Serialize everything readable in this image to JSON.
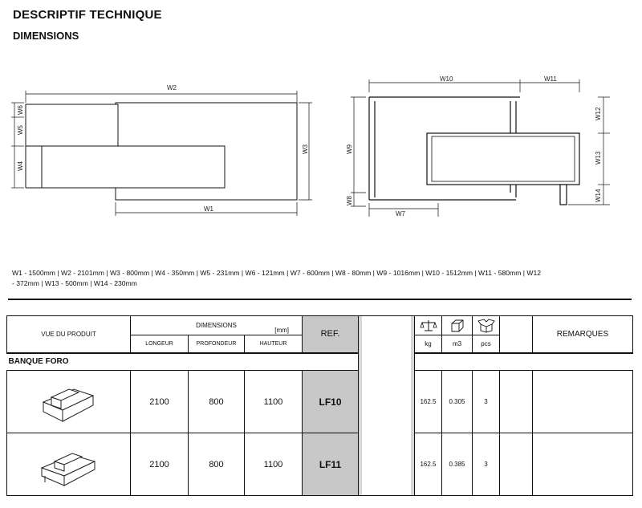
{
  "header": {
    "title": "DESCRIPTIF TECHNIQUE",
    "subtitle": "DIMENSIONS"
  },
  "drawing": {
    "left_labels": {
      "w1": "W1",
      "w2": "W2",
      "w3": "W3",
      "w4": "W4",
      "w5": "W5",
      "w6": "W6"
    },
    "right_labels": {
      "w7": "W7",
      "w8": "W8",
      "w9": "W9",
      "w10": "W10",
      "w11": "W11",
      "w12": "W12",
      "w13": "W13",
      "w14": "W14"
    }
  },
  "dimensions_text": "W1 - 1500mm | W2 - 2101mm | W3 - 800mm | W4 - 350mm | W5 - 231mm | W6 - 121mm | W7 - 600mm | W8 - 80mm | W9 - 1016mm | W10 - 1512mm | W11 - 580mm | W12 - 372mm | W13 - 500mm | W14 - 230mm",
  "table": {
    "col_view": "VUE DU PRODUIT",
    "col_dimensions": "DIMENSIONS",
    "unit": "[mm]",
    "col_length": "LONGEUR",
    "col_depth": "PROFONDEUR",
    "col_height": "HAUTEUR",
    "col_ref": "REF.",
    "col_weight_unit": "kg",
    "col_volume_unit": "m3",
    "col_pieces_unit": "pcs",
    "col_remarks": "REMARQUES",
    "icons": {
      "weight": "scale-icon",
      "volume": "cube-icon",
      "pieces": "box-icon"
    },
    "section": "BANQUE FORO",
    "rows": [
      {
        "length": "2100",
        "depth": "800",
        "height": "1100",
        "ref": "LF10",
        "kg": "162.5",
        "m3": "0.305",
        "pcs": "3",
        "remarks": ""
      },
      {
        "length": "2100",
        "depth": "800",
        "height": "1100",
        "ref": "LF11",
        "kg": "162.5",
        "m3": "0.385",
        "pcs": "3",
        "remarks": ""
      }
    ]
  }
}
